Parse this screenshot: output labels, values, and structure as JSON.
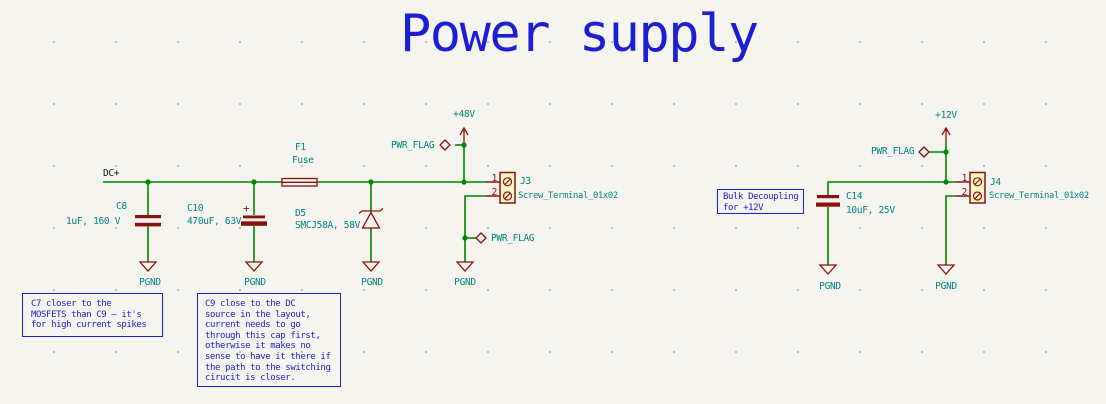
{
  "title": "Power supply",
  "colors": {
    "background": "#f5f4ee",
    "wire_green": "#008400",
    "component_red": "#8a1111",
    "field_teal": "#008484",
    "note_blue": "#1d1dd3",
    "label_black": "#161616",
    "terminal_fill": "#fdf7c3"
  },
  "net_labels": {
    "dc_input": "DC+"
  },
  "power": {
    "v48": "+48V",
    "v12": "+12V",
    "pwr_flag": "PWR_FLAG",
    "pgnd": "PGND"
  },
  "components": {
    "c8": {
      "ref": "C8",
      "value": "1uF, 160 V"
    },
    "c10": {
      "ref": "C10",
      "value": "470uF, 63V",
      "polarity": "+"
    },
    "f1": {
      "ref": "F1",
      "value": "Fuse"
    },
    "d5": {
      "ref": "D5",
      "value": "SMCJ58A, 58V"
    },
    "j3": {
      "ref": "J3",
      "value": "Screw_Terminal_01x02",
      "pin1": "1",
      "pin2": "2"
    },
    "c14": {
      "ref": "C14",
      "value": "10uF, 25V"
    },
    "j4": {
      "ref": "J4",
      "value": "Screw_Terminal_01x02",
      "pin1": "1",
      "pin2": "2"
    }
  },
  "notes": {
    "c7_note": {
      "lines": [
        "C7 closer to the",
        "MOSFETS than C9 — it's",
        "for high current spikes"
      ]
    },
    "c9_note": {
      "lines": [
        "C9 close to the DC",
        "source in the layout,",
        "current needs to go",
        "through this cap first,",
        "otherwise it makes no",
        "sense to have it there if",
        "the path to the switching",
        "cirucit is closer."
      ]
    },
    "bulk_note": {
      "lines": [
        "Bulk Decoupling",
        "for +12V"
      ]
    }
  }
}
